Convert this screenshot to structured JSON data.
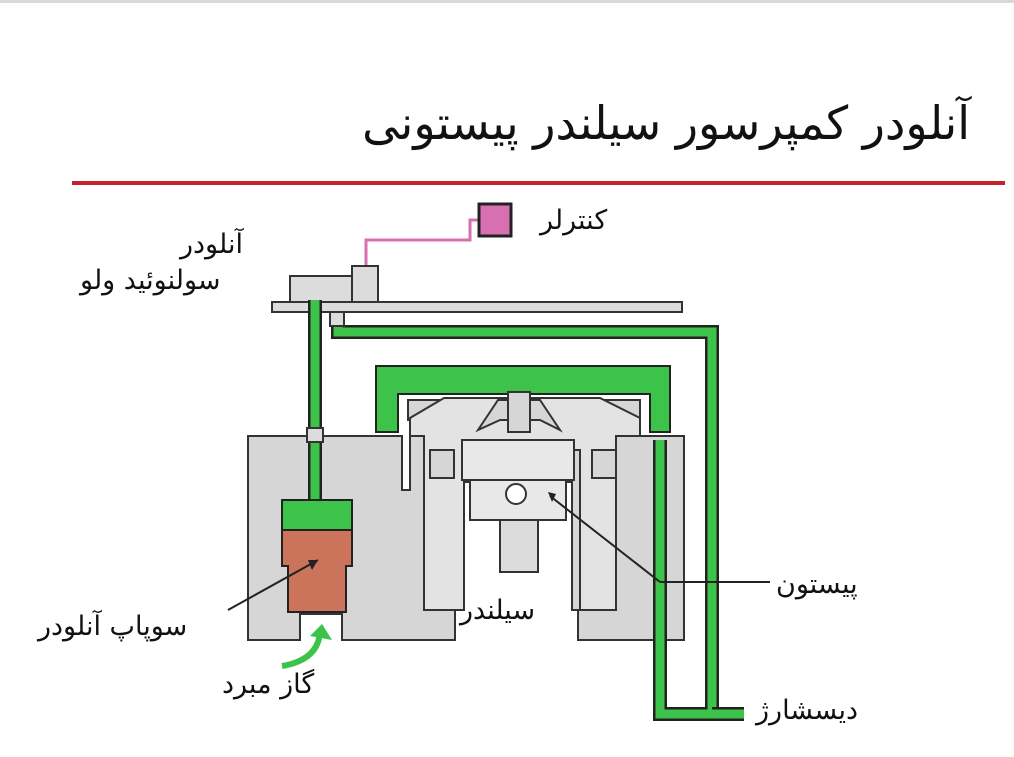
{
  "title": "آنلودر کمپرسور سیلندر پیستونی",
  "labels": {
    "controller": "کنترلر",
    "solenoid_line1": "آنلودر",
    "solenoid_line2": "سولنوئید ولو",
    "piston": "پیستون",
    "cylinder": "سیلندر",
    "unloader_valve": "سوپاپ آنلودر",
    "suction_gas": "گاز مبرد",
    "discharge": "دیسشارژ"
  },
  "colors": {
    "accent_line": "#c8202f",
    "gas_green": "#3ec34a",
    "body_gray": "#d6d6d6",
    "valve_brown": "#cc735b",
    "controller_pink": "#d86fb0"
  }
}
